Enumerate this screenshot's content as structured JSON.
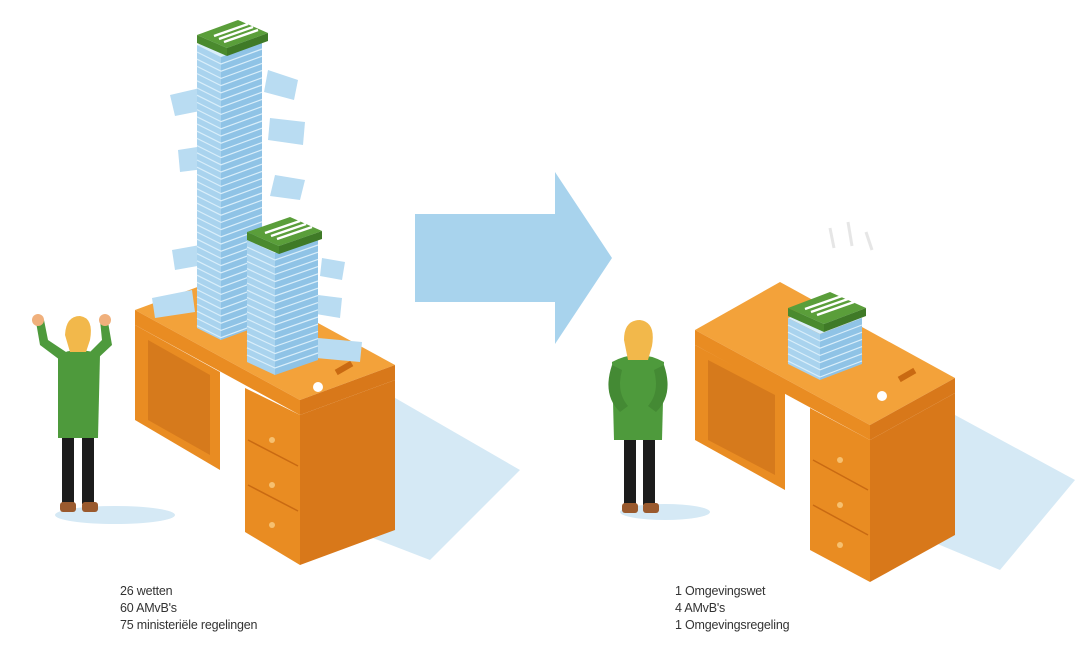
{
  "before": {
    "lines": [
      "26 wetten",
      "60 AMvB's",
      "75 ministeriële regelingen"
    ]
  },
  "after": {
    "lines": [
      "1 Omgevingswet",
      "4 AMvB's",
      "1 Omgevingsregeling"
    ]
  },
  "colors": {
    "paper": "#a9d3ee",
    "paper_line": "#d9eefa",
    "arrow": "#a8d3ed",
    "desk_top": "#f3a23a",
    "desk_front": "#e98c22",
    "desk_side": "#d8781a",
    "shadow": "#d5e9f5",
    "binder": "#5a9e3a",
    "sweater": "#4e9a3c",
    "hair": "#f2b84b",
    "skin": "#f0b07c",
    "pants": "#1c1c1c"
  }
}
